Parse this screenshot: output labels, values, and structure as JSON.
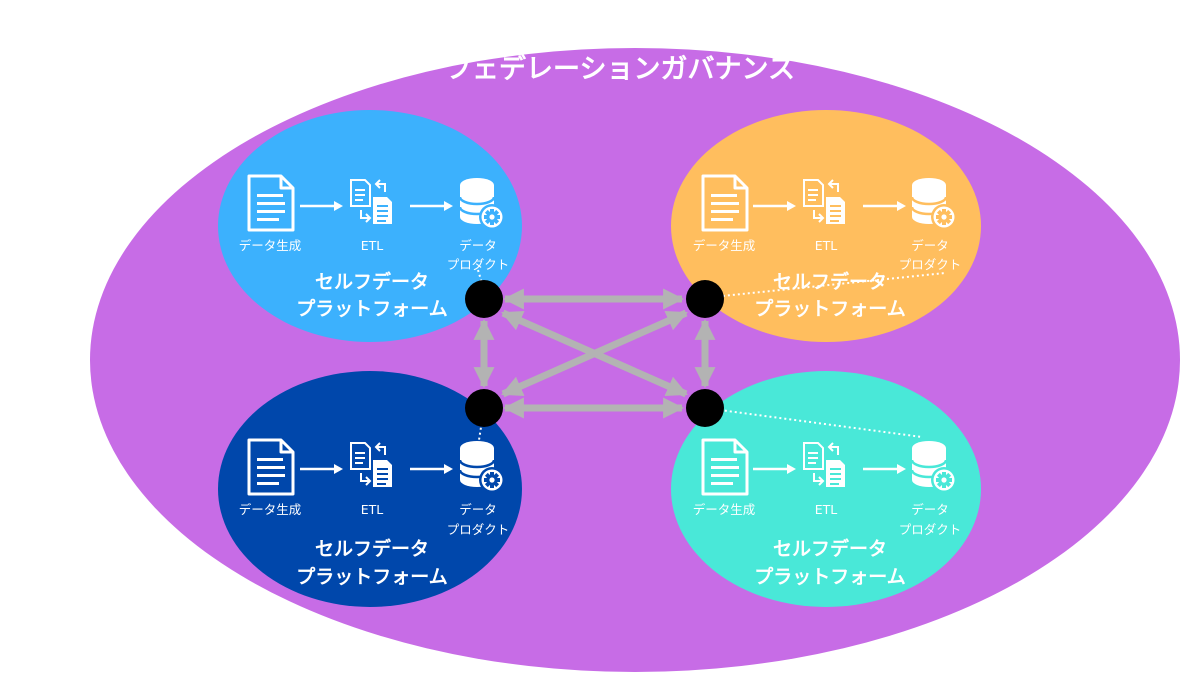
{
  "title": "フェデレーションガバナンス",
  "colors": {
    "governance": "#c76ce6",
    "connector": "#b3b3b3",
    "node": "#000000",
    "platforms": [
      "#3cb1fd",
      "#ffbe5e",
      "#0047ab",
      "#49e8d8"
    ]
  },
  "platforms": [
    {
      "name_line1": "セルフデータ",
      "name_line2": "プラットフォーム",
      "steps": {
        "generate": "データ生成",
        "etl": "ETL",
        "product_line1": "データ",
        "product_line2": "プロダクト"
      }
    },
    {
      "name_line1": "セルフデータ",
      "name_line2": "プラットフォーム",
      "steps": {
        "generate": "データ生成",
        "etl": "ETL",
        "product_line1": "データ",
        "product_line2": "プロダクト"
      }
    },
    {
      "name_line1": "セルフデータ",
      "name_line2": "プラットフォーム",
      "steps": {
        "generate": "データ生成",
        "etl": "ETL",
        "product_line1": "データ",
        "product_line2": "プロダクト"
      }
    },
    {
      "name_line1": "セルフデータ",
      "name_line2": "プラットフォーム",
      "steps": {
        "generate": "データ生成",
        "etl": "ETL",
        "product_line1": "データ",
        "product_line2": "プロダクト"
      }
    }
  ],
  "icons": [
    "document-icon",
    "etl-transform-icon",
    "database-gear-icon",
    "arrow-right-icon"
  ]
}
